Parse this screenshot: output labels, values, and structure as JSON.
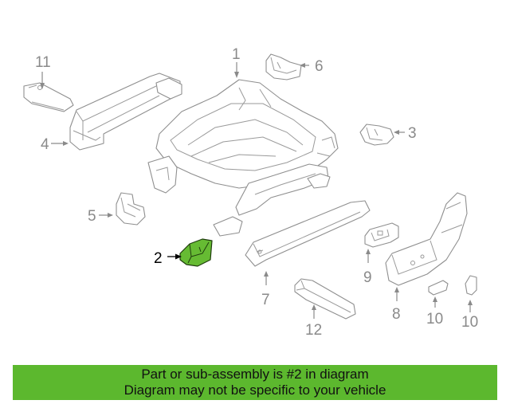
{
  "diagram": {
    "callouts": [
      {
        "id": "1",
        "label": "1"
      },
      {
        "id": "2",
        "label": "2"
      },
      {
        "id": "3",
        "label": "3"
      },
      {
        "id": "4",
        "label": "4"
      },
      {
        "id": "5",
        "label": "5"
      },
      {
        "id": "6",
        "label": "6"
      },
      {
        "id": "7",
        "label": "7"
      },
      {
        "id": "8",
        "label": "8"
      },
      {
        "id": "9",
        "label": "9"
      },
      {
        "id": "10a",
        "label": "10"
      },
      {
        "id": "10b",
        "label": "10"
      },
      {
        "id": "11",
        "label": "11"
      },
      {
        "id": "12",
        "label": "12"
      }
    ],
    "highlighted_part": "2",
    "highlight_color": "#66bb33",
    "line_color": "#8f8f8f"
  },
  "footer": {
    "line1": "Part or sub-assembly is #2 in diagram",
    "line2": "Diagram may not be specific to your vehicle",
    "background": "#5cb82e"
  }
}
